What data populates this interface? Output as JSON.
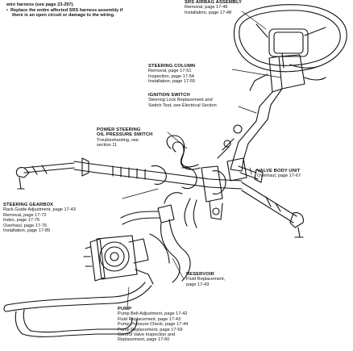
{
  "top_notes": {
    "line1": "wire harness (see page 23-297).",
    "line2": "Replace the entire affected SRS harness assembly if",
    "line3": "there is an open circuit or damage to the wiring."
  },
  "labels": {
    "srs_airbag": {
      "title": "SRS AIRBAG ASSEMBLY",
      "lines": [
        "Removal, page 17-46",
        "Installation, page 17-48"
      ]
    },
    "steering_column": {
      "title": "STEERING COLUMN",
      "lines": [
        "Removal, page 17-51",
        "Inspection, page 17-54",
        "Installation, page 17-55"
      ]
    },
    "ignition_switch": {
      "title": "IGNITION SWITCH",
      "lines": [
        "Steering Lock Replacement and",
        "Switch Test, see Electrical Section"
      ]
    },
    "ps_pressure_switch": {
      "title_line1": "POWER STEERING",
      "title_line2": "OIL PRESSURE SWITCH",
      "lines": [
        "Troubleshooting, see",
        "section 11"
      ]
    },
    "valve_body": {
      "title": "VALVE BODY UNIT",
      "lines": [
        "Overhaul, page 17-67"
      ]
    },
    "steering_gearbox": {
      "title": "STEERING GEARBOX",
      "lines": [
        "Rack Guide Adjustment, page 17-43",
        "Removal, page 17-72",
        "Index, page 17-75",
        "Overhaul, page 17-76",
        "Installation, page 17-89"
      ]
    },
    "reservoir": {
      "title": "RESERVOIR",
      "lines": [
        "Fluid Replacement,",
        "page 17-43"
      ]
    },
    "pump": {
      "title": "PUMP",
      "lines": [
        "Pump Belt Adjustment, page 17-42",
        "Fluid Replacement, page 17-43",
        "Pump Pressure Check, page 17-44",
        "Pump Replacement, page 17-59",
        "Control Valve Inspection and",
        "Replacement, page 17-60"
      ]
    }
  }
}
